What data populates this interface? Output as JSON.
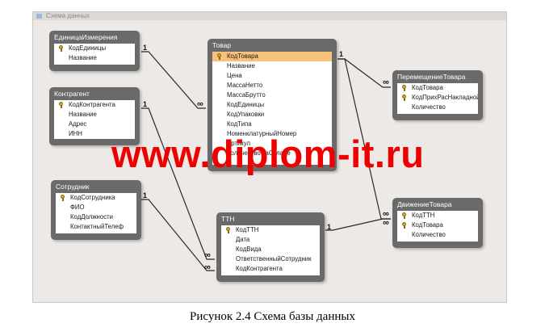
{
  "window": {
    "title": "Схема данных"
  },
  "tables": [
    {
      "id": "edinica",
      "title": "ЕдиницаИзмерения",
      "fields": [
        {
          "name": "КодЕдиницы",
          "pk": true
        },
        {
          "name": "Название",
          "pk": false
        }
      ]
    },
    {
      "id": "kontragent",
      "title": "Контрагент",
      "fields": [
        {
          "name": "КодКонтрагента",
          "pk": true
        },
        {
          "name": "Название",
          "pk": false
        },
        {
          "name": "Адрес",
          "pk": false
        },
        {
          "name": "ИНН",
          "pk": false
        }
      ]
    },
    {
      "id": "sotrudnik",
      "title": "Сотрудник",
      "fields": [
        {
          "name": "КодСотрудника",
          "pk": true
        },
        {
          "name": "ФИО",
          "pk": false
        },
        {
          "name": "КодДолжности",
          "pk": false
        },
        {
          "name": "КонтактныйТелеф",
          "pk": false
        }
      ]
    },
    {
      "id": "tovar",
      "title": "Товар",
      "fields": [
        {
          "name": "КодТовара",
          "pk": true,
          "selected": true
        },
        {
          "name": "Название",
          "pk": false
        },
        {
          "name": "Цена",
          "pk": false
        },
        {
          "name": "МассаНетто",
          "pk": false
        },
        {
          "name": "МассаБрутто",
          "pk": false
        },
        {
          "name": "КодЕдиницы",
          "pk": false
        },
        {
          "name": "КодУпаковки",
          "pk": false
        },
        {
          "name": "КодТипа",
          "pk": false
        },
        {
          "name": "НоменклатурныйНомер",
          "pk": false
        },
        {
          "name": "Артикул",
          "pk": false
        },
        {
          "name": "КоличествоНаСкладе",
          "pk": false
        }
      ]
    },
    {
      "id": "ttn",
      "title": "ТТН",
      "fields": [
        {
          "name": "КодТТН",
          "pk": true
        },
        {
          "name": "Дата",
          "pk": false
        },
        {
          "name": "КодВида",
          "pk": false
        },
        {
          "name": "ОтветственныйСотрудник",
          "pk": false
        },
        {
          "name": "КодКонтрагента",
          "pk": false
        }
      ]
    },
    {
      "id": "peremeshenie",
      "title": "ПеремещениеТовара",
      "fields": [
        {
          "name": "КодТовара",
          "pk": true
        },
        {
          "name": "КодПрихРасНакладной",
          "pk": true
        },
        {
          "name": "Количество",
          "pk": false
        }
      ]
    },
    {
      "id": "dvizhenie",
      "title": "ДвижениеТовара",
      "fields": [
        {
          "name": "КодТТН",
          "pk": true
        },
        {
          "name": "КодТовара",
          "pk": true
        },
        {
          "name": "Количество",
          "pk": false
        }
      ]
    }
  ],
  "relation_marks": {
    "one": "1",
    "many": "∞"
  },
  "watermark": "www.diplom-it.ru",
  "caption": "Рисунок 2.4 Схема базы данных",
  "colors": {
    "table_header": "#6a6a6a",
    "selected_row": "#f8c27c",
    "watermark": "#ee0000"
  }
}
